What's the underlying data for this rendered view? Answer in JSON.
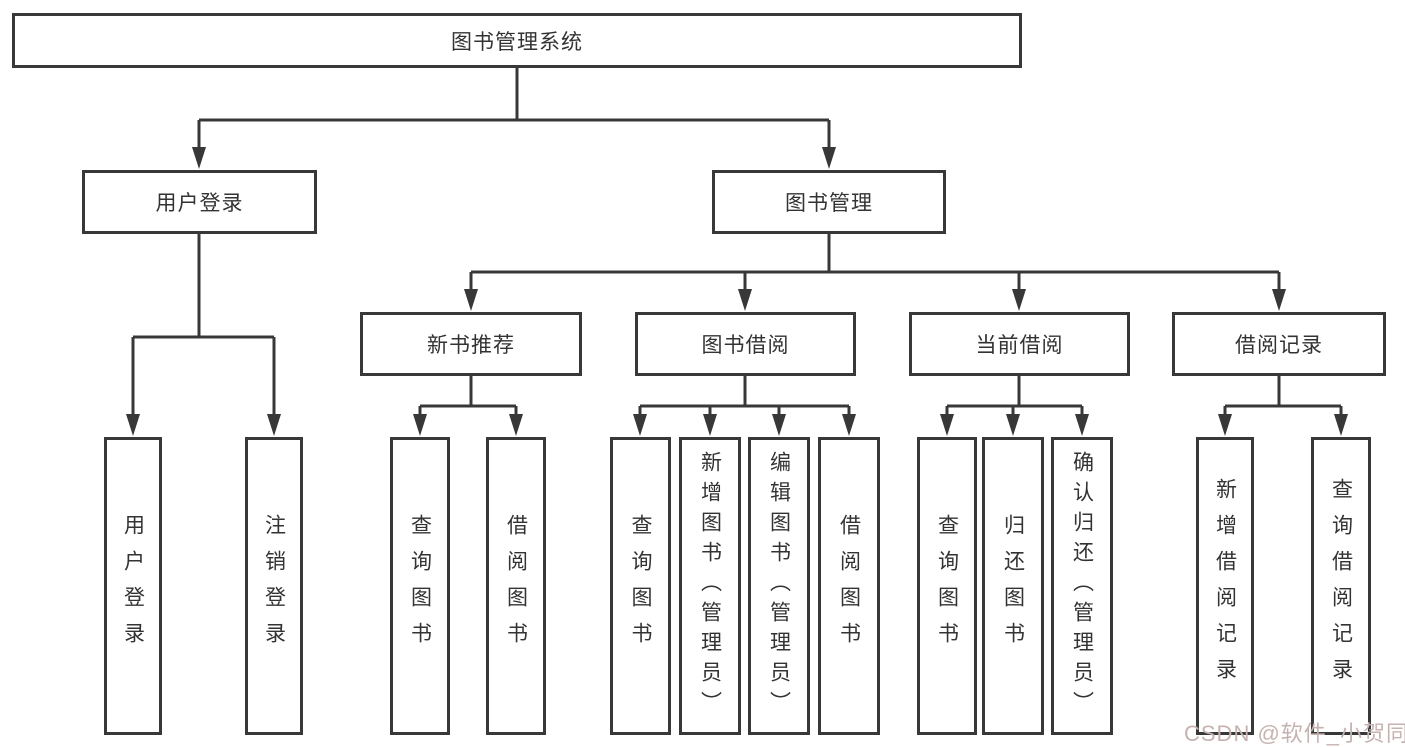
{
  "colors": {
    "line": "#383838",
    "box_border": "#383838",
    "text": "#333333",
    "background": "#ffffff",
    "watermark": "#c5b3b1"
  },
  "tree": {
    "label": "图书管理系统",
    "children": [
      {
        "label": "用户登录",
        "children": [
          {
            "label": "用户登录"
          },
          {
            "label": "注销登录"
          }
        ]
      },
      {
        "label": "图书管理",
        "children": [
          {
            "label": "新书推荐",
            "children": [
              {
                "label": "查询图书"
              },
              {
                "label": "借阅图书"
              }
            ]
          },
          {
            "label": "图书借阅",
            "children": [
              {
                "label": "查询图书"
              },
              {
                "label": "新增图书（管理员）"
              },
              {
                "label": "编辑图书（管理员）"
              },
              {
                "label": "借阅图书"
              }
            ]
          },
          {
            "label": "当前借阅",
            "children": [
              {
                "label": "查询图书"
              },
              {
                "label": "归还图书"
              },
              {
                "label": "确认归还（管理员）"
              }
            ]
          },
          {
            "label": "借阅记录",
            "children": [
              {
                "label": "新增借阅记录"
              },
              {
                "label": "查询借阅记录"
              }
            ]
          }
        ]
      }
    ]
  },
  "watermark": {
    "text": "CSDN @软件_小贺同学"
  }
}
